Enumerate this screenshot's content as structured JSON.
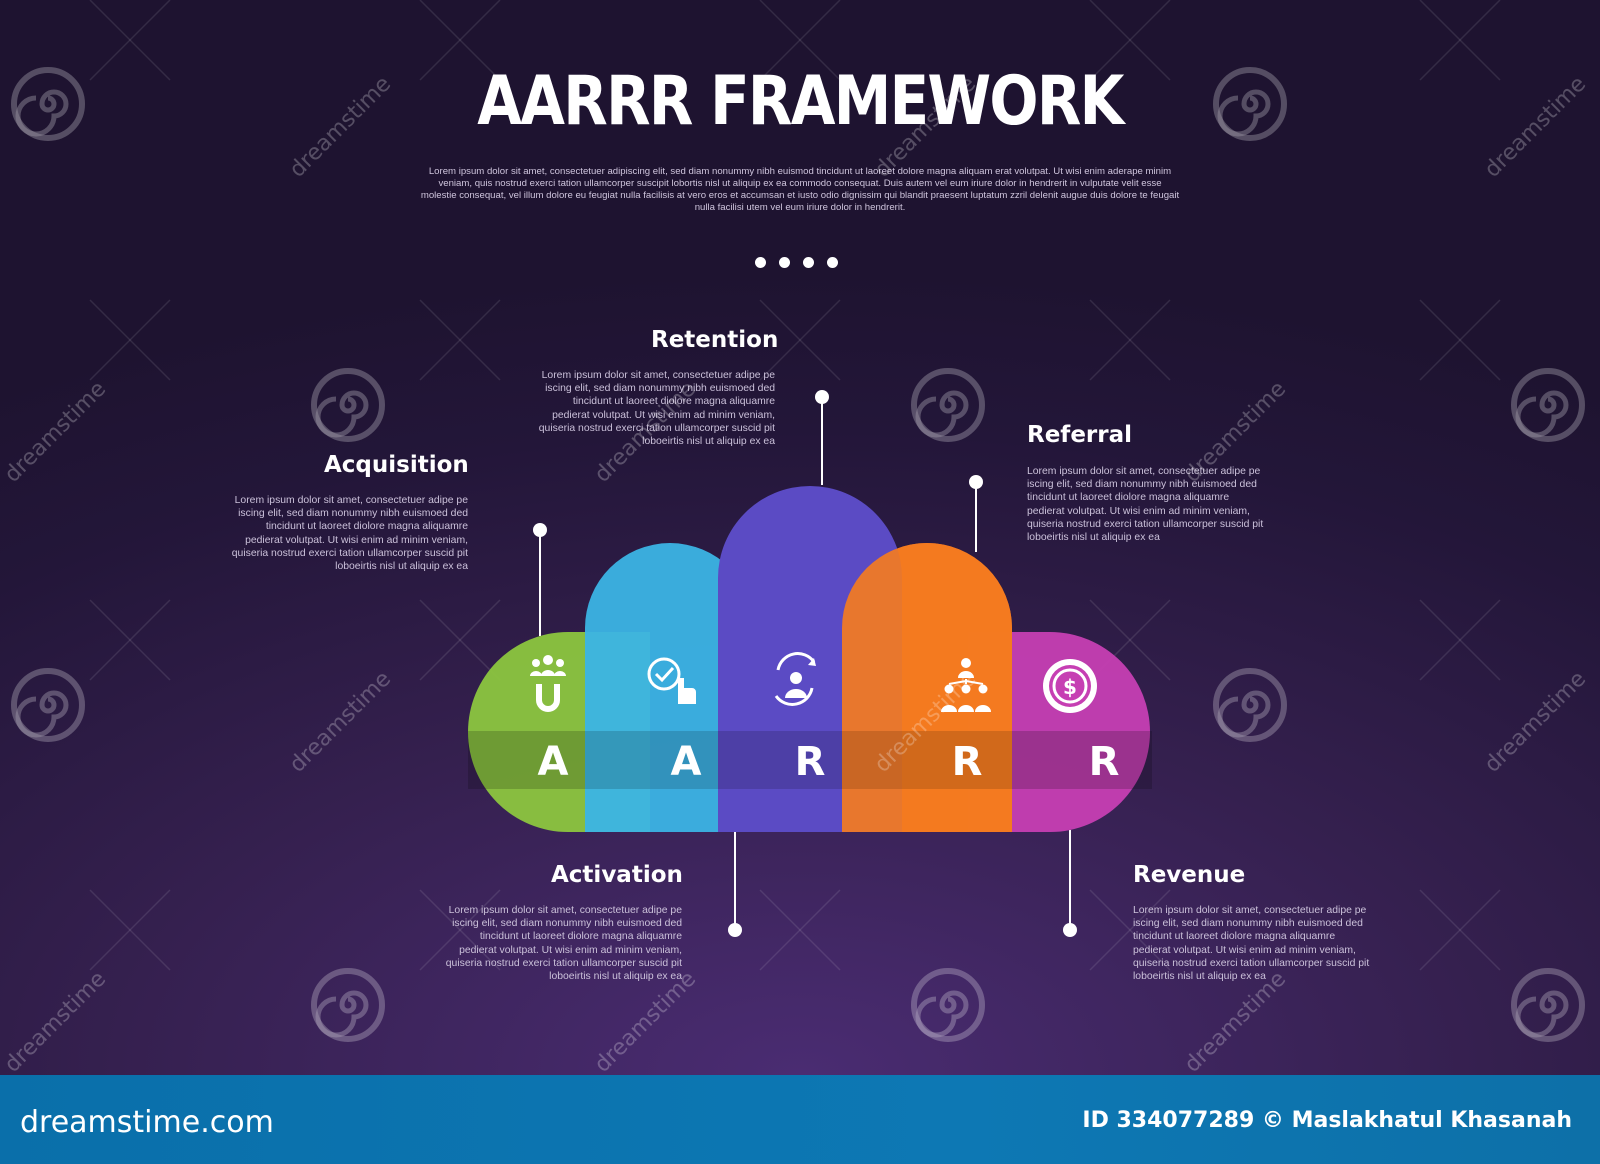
{
  "title": "AARRR FRAMEWORK",
  "intro": "Lorem ipsum dolor sit amet, consectetuer adipiscing elit, sed diam nonummy nibh euismod tincidunt ut laoreet dolore magna aliquam erat volutpat. Ut wisi enim aderape minim veniam, quis nostrud exerci tation ullamcorper suscipit lobortis nisl ut aliquip ex ea commodo consequat. Duis autem vel eum iriure dolor in hendrerit in vulputate velit esse molestie consequat, vel illum dolore eu feugiat nulla facilisis at vero eros et accumsan et iusto odio dignissim qui blandit praesent luptatum zzril delenit augue duis dolore te feugait nulla facilisi utem vel eum iriure dolor in hendrerit.",
  "stages": [
    {
      "name": "Acquisition",
      "letter": "A",
      "color": "#8cc63f",
      "icon": "users-magnet-icon",
      "text": "Lorem ipsum dolor sit amet, consectetuer adipe pe iscing elit, sed diam nonummy nibh euismoed ded tincidunt ut laoreet diolore magna aliquamre pedierat volutpat. Ut wisi enim ad minim veniam, quiseria nostrud exerci tation ullamcorper suscid pit loboeirtis nisl ut aliquip ex ea"
    },
    {
      "name": "Activation",
      "letter": "A",
      "color": "#3bb4e5",
      "icon": "touch-check-icon",
      "text": "Lorem ipsum dolor sit amet, consectetuer adipe pe iscing elit, sed diam nonummy nibh euismoed ded tincidunt ut laoreet diolore magna aliquamre pedierat volutpat. Ut wisi enim ad minim veniam, quiseria nostrud exerci tation ullamcorper suscid pit loboeirtis nisl ut aliquip ex ea"
    },
    {
      "name": "Retention",
      "letter": "R",
      "color": "#5b4bc4",
      "icon": "user-cycle-icon",
      "text": "Lorem ipsum dolor sit amet, consectetuer adipe pe iscing elit, sed diam nonummy nibh euismoed ded tincidunt ut laoreet diolore magna aliquamre pedierat volutpat. Ut wisi enim ad minim veniam, quiseria nostrud exerci tation ullamcorper suscid pit loboeirtis nisl ut aliquip ex ea"
    },
    {
      "name": "Referral",
      "letter": "R",
      "color": "#f47b20",
      "icon": "referral-network-icon",
      "text": "Lorem ipsum dolor sit amet, consectetuer adipe pe iscing elit, sed diam nonummy nibh euismoed ded tincidunt ut laoreet diolore magna aliquamre pedierat volutpat. Ut wisi enim ad minim veniam, quiseria nostrud exerci tation ullamcorper suscid pit loboeirtis nisl ut aliquip ex ea"
    },
    {
      "name": "Revenue",
      "letter": "R",
      "color": "#c63fb3",
      "icon": "dollar-coin-icon",
      "text": "Lorem ipsum dolor sit amet, consectetuer adipe pe iscing elit, sed diam nonummy nibh euismoed ded tincidunt ut laoreet diolore magna aliquamre pedierat volutpat. Ut wisi enim ad minim veniam, quiseria nostrud exerci tation ullamcorper suscid pit loboeirtis nisl ut aliquip ex ea"
    }
  ],
  "watermark": {
    "text": "dreamstime"
  },
  "footer": {
    "brand": "dreamstime.com",
    "credit": "ID 334077289 © Maslakhatul Khasanah"
  },
  "colors": {
    "background": "#2a1a45",
    "footer": "#0d78b4"
  }
}
